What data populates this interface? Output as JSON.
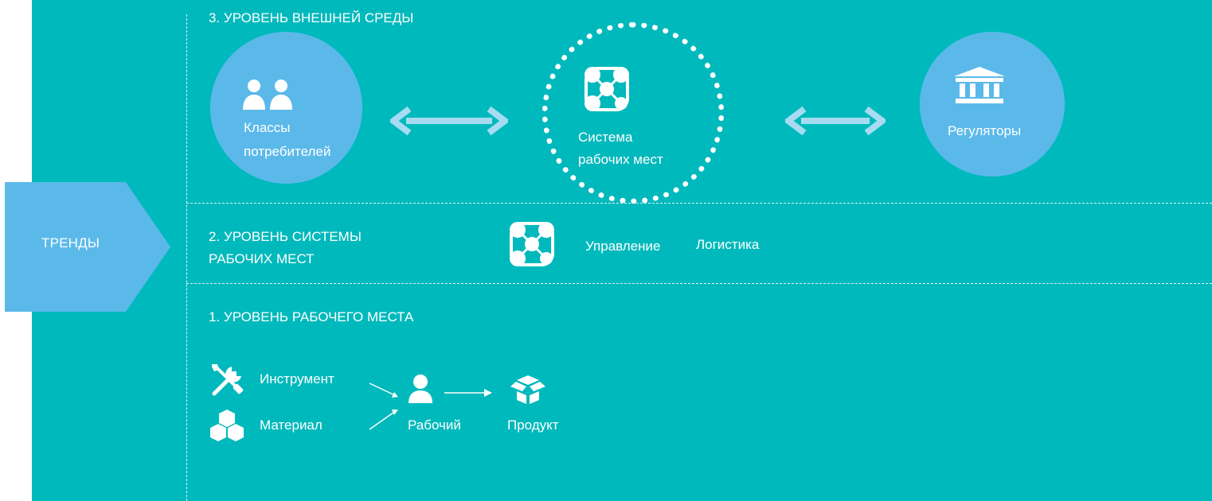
{
  "trend": {
    "label": "ТРЕНДЫ"
  },
  "level3": {
    "title": "3. УРОВЕНЬ ВНЕШНЕЙ СРЕДЫ",
    "consumers": {
      "line1": "Классы",
      "line2": "потребителей",
      "icon": "users-icon"
    },
    "workplace_system": {
      "line1": "Система",
      "line2": "рабочих мест",
      "icon": "network-icon"
    },
    "regulators": {
      "label": "Регуляторы",
      "icon": "institution-icon"
    }
  },
  "level2": {
    "title_line1": "2. УРОВЕНЬ СИСТЕМЫ",
    "title_line2": "РАБОЧИХ МЕСТ",
    "management": "Управление",
    "logistics": "Логистика",
    "icon": "network-icon"
  },
  "level1": {
    "title": "1. УРОВЕНЬ РАБОЧЕГО МЕСТА",
    "tool": {
      "label": "Инструмент",
      "icon": "tools-icon"
    },
    "material": {
      "label": "Материал",
      "icon": "cubes-icon"
    },
    "worker": {
      "label": "Рабочий",
      "icon": "user-icon"
    },
    "product": {
      "label": "Продукт",
      "icon": "box-icon"
    }
  },
  "colors": {
    "panel": "#00b9bc",
    "accent": "#5bb9ea",
    "arrow": "#a7dbf2",
    "text": "#ffffff"
  }
}
